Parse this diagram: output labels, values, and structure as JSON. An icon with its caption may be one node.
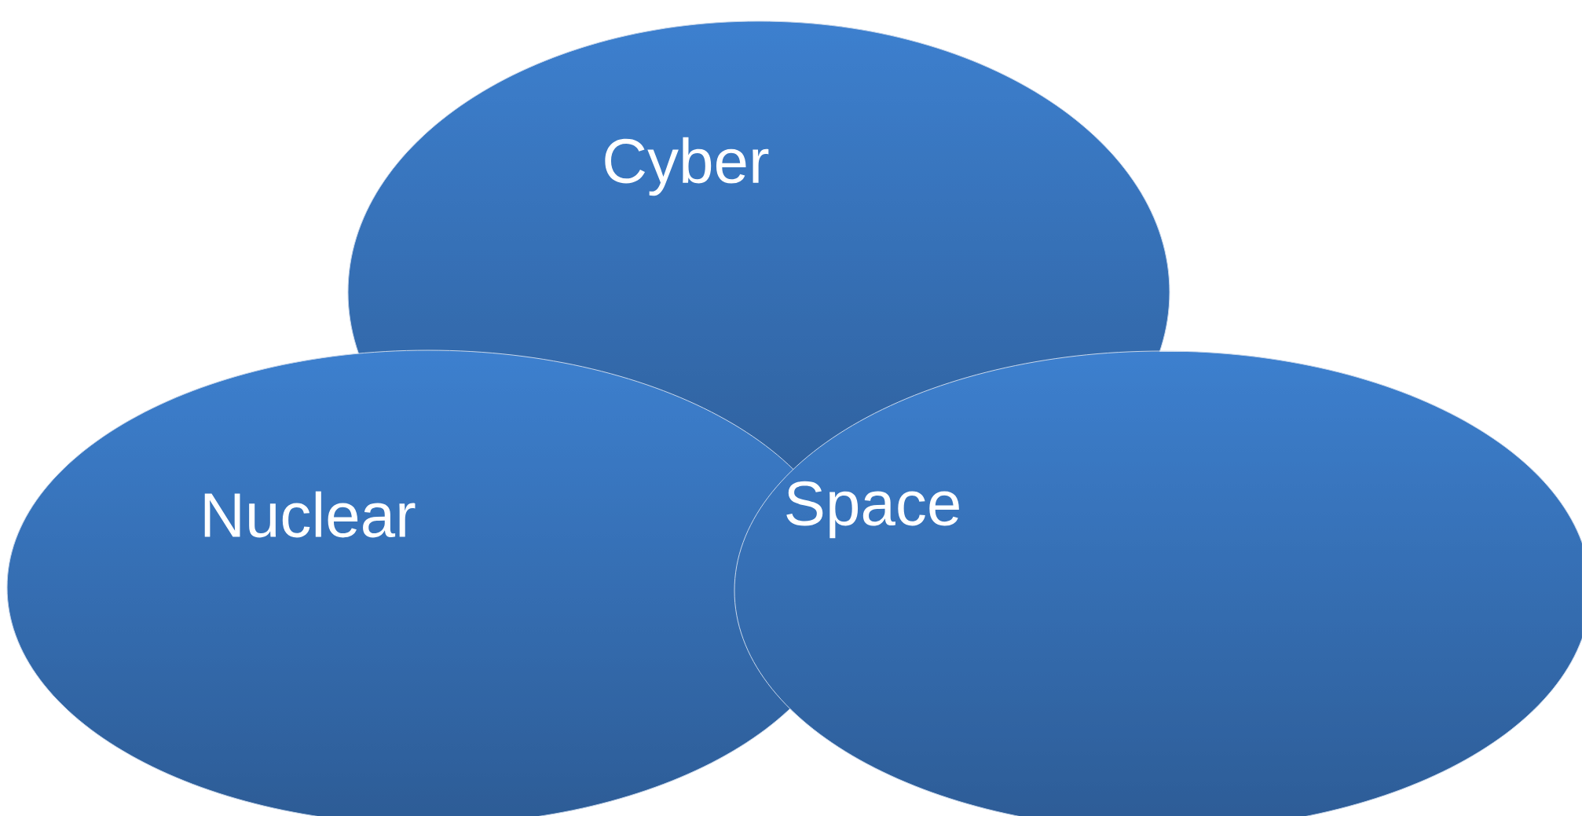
{
  "diagram": {
    "nodes": [
      {
        "text": [
          "Cyber"
        ]
      },
      {
        "text": [
          "Nuclear"
        ]
      },
      {
        "text": [
          "Space"
        ]
      }
    ]
  }
}
